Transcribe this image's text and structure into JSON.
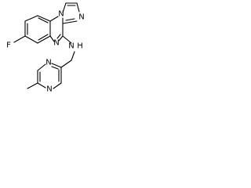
{
  "structure": {
    "atoms": {
      "fluorine": "F",
      "n_ring_top": "N",
      "n_imidazole": "N",
      "n_quinoxaline": "N",
      "n_amine": "N",
      "n_amine_h": "H",
      "n_pyrazine_top": "N",
      "n_pyrazine_bottom": "N"
    },
    "colors": {
      "bond": "#000000",
      "text": "#000000",
      "background": "#ffffff"
    }
  }
}
